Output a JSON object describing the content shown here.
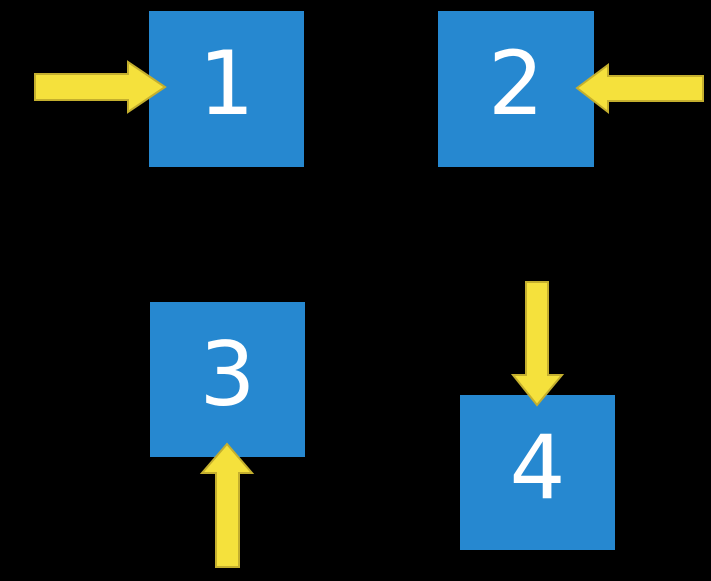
{
  "diagram": {
    "background": "#000000",
    "squares": [
      {
        "label": "1",
        "arrow": {
          "direction": "right",
          "enters_from": "left"
        }
      },
      {
        "label": "2",
        "arrow": {
          "direction": "left",
          "enters_from": "right"
        }
      },
      {
        "label": "3",
        "arrow": {
          "direction": "up",
          "enters_from": "bottom"
        }
      },
      {
        "label": "4",
        "arrow": {
          "direction": "down",
          "enters_from": "top"
        }
      }
    ],
    "colors": {
      "background": "#000000",
      "square_fill": "#2688D0",
      "square_label": "#FFFFFF",
      "arrow_fill": "#F5E13C",
      "arrow_outline": "#C4AF2E"
    }
  }
}
